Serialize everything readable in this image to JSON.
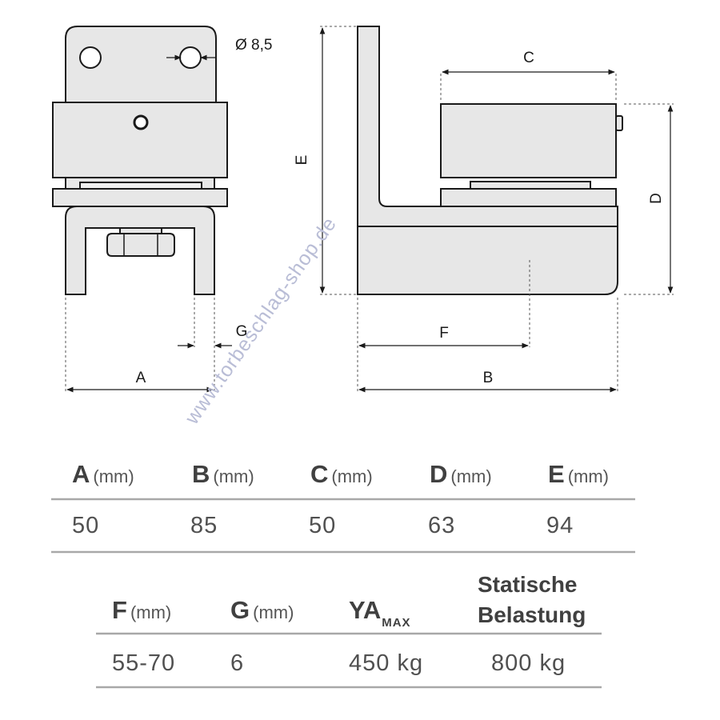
{
  "drawing": {
    "labels": {
      "a": "A",
      "b": "B",
      "c": "C",
      "d": "D",
      "e": "E",
      "f": "F",
      "g": "G",
      "diameter": "Ø 8,5"
    },
    "watermark": "www.torbeschlag-shop.de"
  },
  "table1": {
    "headers": [
      {
        "letter": "A",
        "unit": "(mm)"
      },
      {
        "letter": "B",
        "unit": "(mm)"
      },
      {
        "letter": "C",
        "unit": "(mm)"
      },
      {
        "letter": "D",
        "unit": "(mm)"
      },
      {
        "letter": "E",
        "unit": "(mm)"
      }
    ],
    "values": [
      "50",
      "85",
      "50",
      "63",
      "94"
    ]
  },
  "table2": {
    "headers": [
      {
        "letter": "F",
        "unit": "(mm)"
      },
      {
        "letter": "G",
        "unit": "(mm)"
      },
      {
        "letter": "YA",
        "sub": "MAX"
      },
      {
        "line1": "Statische",
        "line2": "Belastung"
      }
    ],
    "values": [
      "55-70",
      "6",
      "450 kg",
      "800 kg"
    ]
  },
  "colors": {
    "line": "#1a1a1a",
    "part_fill": "#e7e7e7",
    "table_text": "#505050",
    "rule": "#a8a8a8",
    "watermark": "#b9bdd6"
  }
}
